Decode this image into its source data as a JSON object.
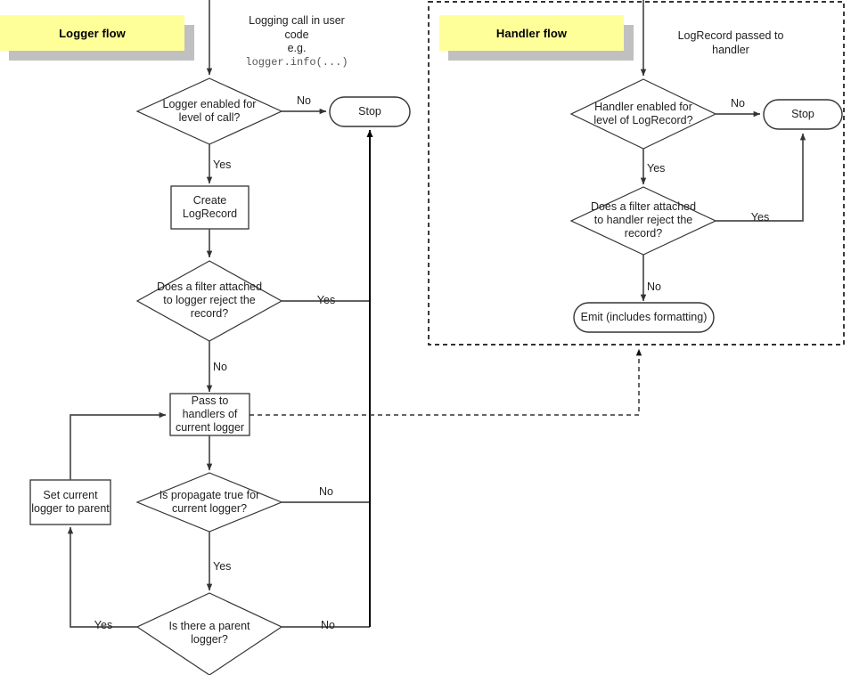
{
  "diagram": {
    "title": "Python logging flow",
    "background": "#ffffff",
    "line_color": "#4d4d4d",
    "dark_line_color": "#000000",
    "banner_fill": "#ffff99",
    "banner_shadow": "#c0c0c0",
    "node_fill": "#ffffff",
    "text_color": "#222222"
  },
  "banners": [
    {
      "label": "Logger flow"
    },
    {
      "label": "Handler flow"
    }
  ],
  "logger_flow": {
    "entry_caption": {
      "line1": "Logging call in user",
      "line2": "code",
      "line3": "e.g.",
      "code": "logger.info(...)"
    },
    "nodes": [
      {
        "id": "logger-enabled",
        "shape": "decision",
        "text": "Logger enabled for\nlevel of call?"
      },
      {
        "id": "logger-stop",
        "shape": "terminator",
        "text": "Stop"
      },
      {
        "id": "create-logrecord",
        "shape": "process",
        "text": "Create\nLogRecord"
      },
      {
        "id": "logger-filter",
        "shape": "decision",
        "text": "Does a filter attached\nto logger reject the\nrecord?"
      },
      {
        "id": "pass-to-handlers",
        "shape": "process",
        "text": "Pass to\nhandlers of\ncurrent logger"
      },
      {
        "id": "is-propagate-true",
        "shape": "decision",
        "text": "Is propagate true for\ncurrent logger?"
      },
      {
        "id": "is-there-parent",
        "shape": "decision",
        "text": "Is there a parent\nlogger?"
      },
      {
        "id": "set-current-logger",
        "shape": "process",
        "text": "Set current\nlogger to parent"
      }
    ],
    "edge_labels": [
      {
        "id": "logger-enabled-no",
        "text": "No"
      },
      {
        "id": "logger-enabled-yes",
        "text": "Yes"
      },
      {
        "id": "logger-filter-yes",
        "text": "Yes"
      },
      {
        "id": "logger-filter-no",
        "text": "No"
      },
      {
        "id": "propagate-no",
        "text": "No"
      },
      {
        "id": "propagate-yes",
        "text": "Yes"
      },
      {
        "id": "parent-yes",
        "text": "Yes"
      },
      {
        "id": "parent-no",
        "text": "No"
      }
    ]
  },
  "handler_flow": {
    "entry_caption": {
      "line1": "LogRecord passed to",
      "line2": "handler"
    },
    "nodes": [
      {
        "id": "handler-enabled",
        "shape": "decision",
        "text": "Handler enabled for\nlevel of LogRecord?"
      },
      {
        "id": "handler-stop",
        "shape": "terminator",
        "text": "Stop"
      },
      {
        "id": "handler-filter",
        "shape": "decision",
        "text": "Does a filter attached\nto handler reject the\nrecord?"
      },
      {
        "id": "emit",
        "shape": "terminator",
        "text": "Emit (includes formatting)"
      }
    ],
    "edge_labels": [
      {
        "id": "handler-enabled-no",
        "text": "No"
      },
      {
        "id": "handler-enabled-yes",
        "text": "Yes"
      },
      {
        "id": "handler-filter-yes",
        "text": "Yes"
      },
      {
        "id": "handler-filter-no",
        "text": "No"
      }
    ]
  }
}
